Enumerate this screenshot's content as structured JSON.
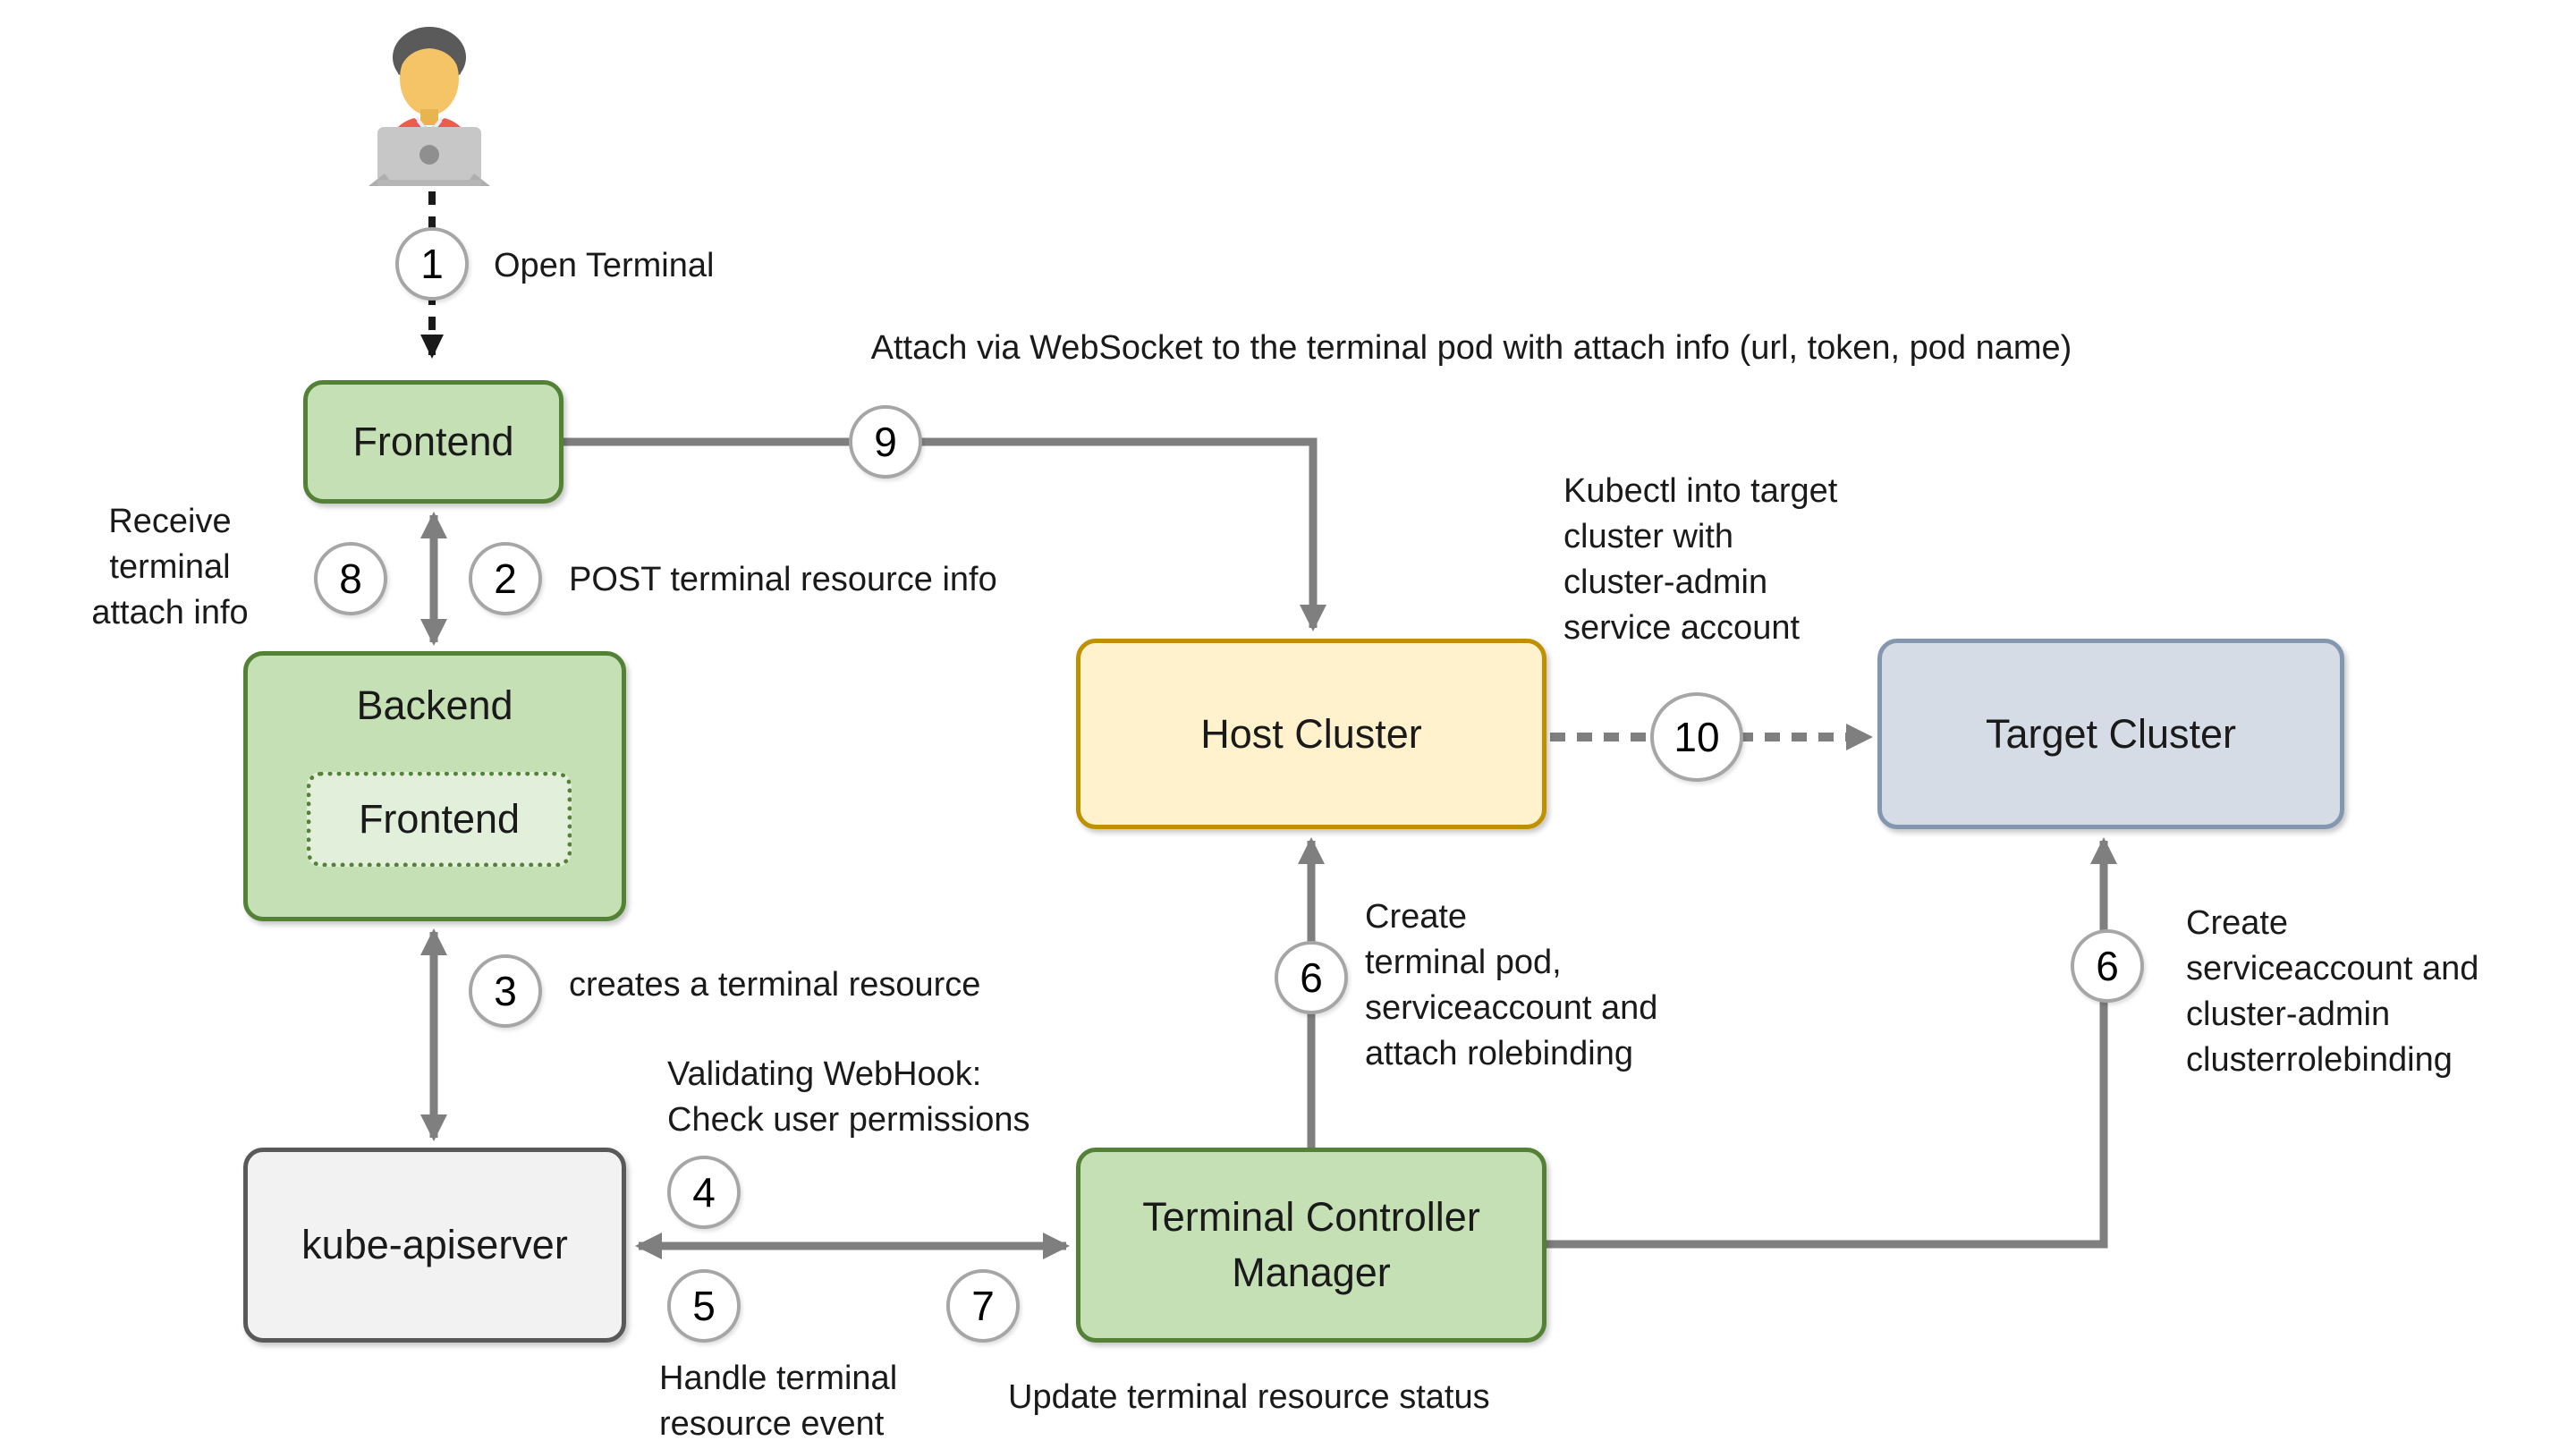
{
  "nodes": {
    "frontend": {
      "label": "Frontend"
    },
    "backend": {
      "label": "Backend",
      "inner_label": "Frontend"
    },
    "kube_apiserver": {
      "label": "kube-apiserver"
    },
    "terminal_controller_manager": {
      "label": "Terminal Controller\nManager"
    },
    "host_cluster": {
      "label": "Host Cluster"
    },
    "target_cluster": {
      "label": "Target Cluster"
    }
  },
  "steps": {
    "step1": {
      "number": "1",
      "label": "Open Terminal"
    },
    "step2": {
      "number": "2",
      "label": "POST terminal resource info"
    },
    "step3": {
      "number": "3",
      "label": "creates a terminal resource"
    },
    "step4": {
      "number": "4",
      "label": "Validating WebHook:\nCheck user permissions"
    },
    "step5": {
      "number": "5",
      "label": "Handle terminal\nresource event"
    },
    "step6_host": {
      "number": "6",
      "label": "Create\nterminal pod,\nserviceaccount and\nattach rolebinding"
    },
    "step6_target": {
      "number": "6",
      "label": "Create\nserviceaccount and\ncluster-admin\nclusterrolebinding"
    },
    "step7": {
      "number": "7",
      "label": "Update terminal resource status"
    },
    "step8": {
      "number": "8",
      "label": "Receive\nterminal\nattach info"
    },
    "step9": {
      "number": "9",
      "label": "Attach via WebSocket to the terminal pod with attach info (url, token, pod name)"
    },
    "step10": {
      "number": "10",
      "label": "Kubectl into target\ncluster with\ncluster-admin\nservice account"
    }
  },
  "colors": {
    "green_fill": "#c5e0b4",
    "green_border": "#538135",
    "green_inner_fill": "#e2efda",
    "yellow_fill": "#fff2cc",
    "yellow_border": "#bf9000",
    "blue_fill": "#d6dce5",
    "blue_border": "#8497b0",
    "gray_fill": "#f2f2f2",
    "gray_border": "#595959",
    "arrow_gray": "#7f7f7f",
    "arrow_black": "#1a1a1a",
    "circle_border": "#a6a6a6",
    "text": "#1a1a1a"
  }
}
